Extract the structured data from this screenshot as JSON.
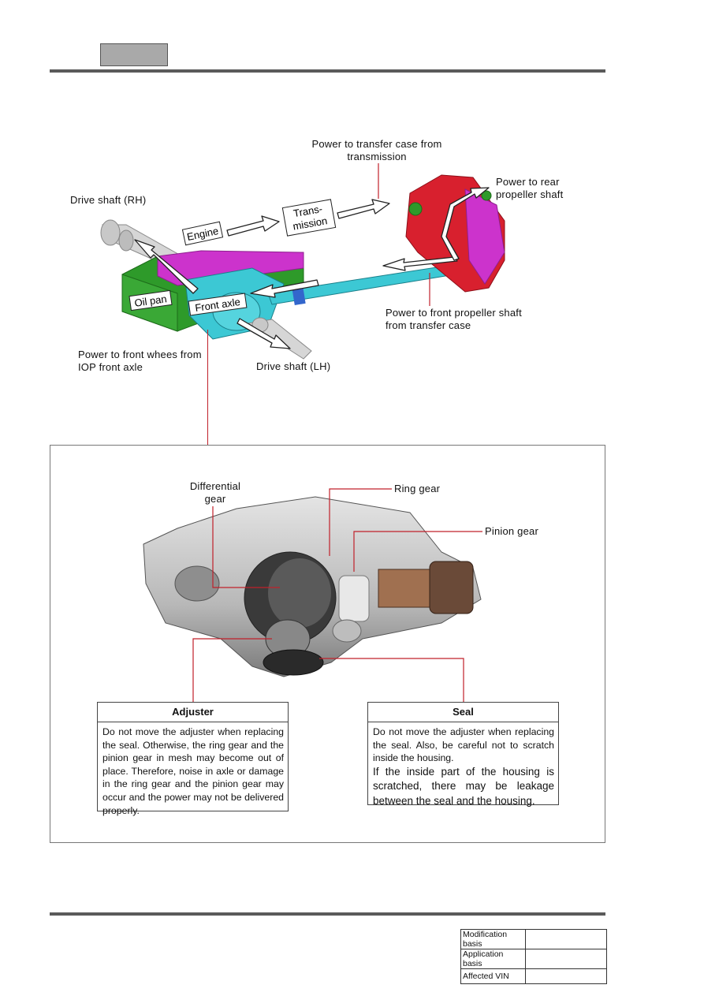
{
  "top_diagram": {
    "label_transfer_line1": "Power to transfer case from",
    "label_transfer_line2": "transmission",
    "label_rear_line1": "Power to rear",
    "label_rear_line2": "propeller shaft",
    "label_drive_rh": "Drive shaft (RH)",
    "label_engine": "Engine",
    "label_trans_line1": "Trans-",
    "label_trans_line2": "mission",
    "label_oil_pan": "Oil pan",
    "label_front_axle": "Front axle",
    "label_front_prop_line1": "Power to front propeller shaft",
    "label_front_prop_line2": "from transfer case",
    "label_front_wheels_line1": "Power to front whees from",
    "label_front_wheels_line2": "IOP front axle",
    "label_drive_lh": "Drive shaft (LH)"
  },
  "detail": {
    "label_diff_line1": "Differential",
    "label_diff_line2": "gear",
    "label_ring": "Ring  gear",
    "label_pinion": "Pinion  gear"
  },
  "adjuster_note": {
    "title": "Adjuster",
    "body": "Do not move the adjuster when replacing the seal. Otherwise, the ring gear and the pinion gear in mesh may become out of place. Therefore, noise in axle or damage in the ring gear and the pinion gear may occur and the power may not be delivered properly."
  },
  "seal_note": {
    "title": "Seal",
    "body1": "Do not move the adjuster when replacing the seal. Also, be careful not to scratch inside the housing.",
    "body2": "If the inside part of the housing is scratched, there may be leakage between the seal and the housing."
  },
  "footer_table": {
    "row1": "Modification basis",
    "row2": "Application basis",
    "row3": "Affected VIN"
  },
  "colors": {
    "leader_red": "#c0202a",
    "engine_green": "#2e9a2a",
    "engine_magenta": "#cc33cc",
    "axle_cyan": "#3cc8d4",
    "transfer_red": "#d8202e",
    "rule_gray": "#5a5a5a"
  }
}
